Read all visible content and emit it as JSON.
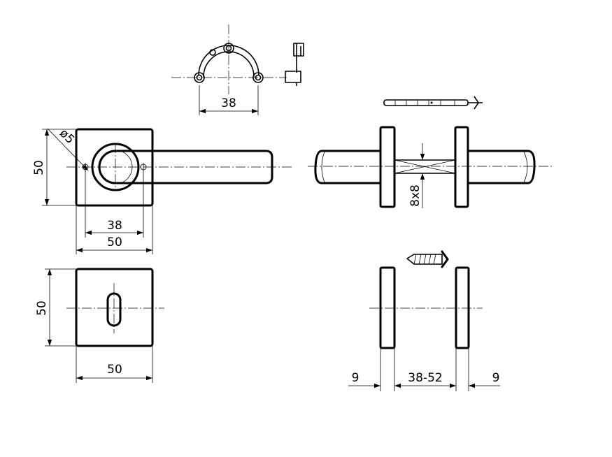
{
  "dimensions": {
    "top_pitch": "38",
    "lever_diameter": "ø5",
    "lever_rose_height": "50",
    "lever_rose_pitch": "38",
    "lever_rose_width": "50",
    "spindle": "8x8",
    "key_rose_height": "50",
    "key_rose_width": "50",
    "rose_thickness_left": "9",
    "door_thickness": "38-52",
    "rose_thickness_right": "9"
  }
}
